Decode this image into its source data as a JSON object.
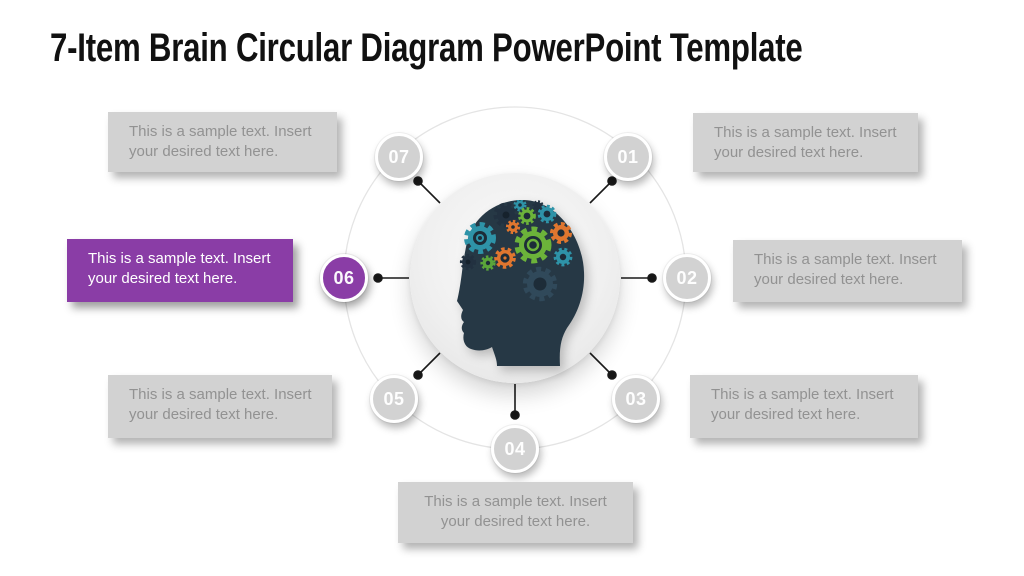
{
  "title": "7-Item Brain Circular Diagram PowerPoint Template",
  "center": {
    "icon": "head-with-gears-icon"
  },
  "items": [
    {
      "number": "01",
      "highlighted": false,
      "lines": [
        "This is a sample text. Insert",
        "your desired text here."
      ]
    },
    {
      "number": "02",
      "highlighted": false,
      "lines": [
        "This is a sample text. Insert",
        "your desired text here."
      ]
    },
    {
      "number": "03",
      "highlighted": false,
      "lines": [
        "This is a sample text. Insert",
        "your desired text here."
      ]
    },
    {
      "number": "04",
      "highlighted": false,
      "lines": [
        "This is a sample text. Insert",
        "your desired text here."
      ]
    },
    {
      "number": "05",
      "highlighted": false,
      "lines": [
        "This is a sample text. Insert",
        "your desired text here."
      ]
    },
    {
      "number": "06",
      "highlighted": true,
      "lines": [
        "This is a sample text. Insert",
        "your desired text here."
      ]
    },
    {
      "number": "07",
      "highlighted": false,
      "lines": [
        "This is a sample text. Insert",
        "your desired text here."
      ]
    }
  ],
  "colors": {
    "accent": "#8a3da6",
    "node_gray": "#d2d2d2",
    "box_gray": "#d2d2d2",
    "box_text": "#929292",
    "ring": "#e4e4e4",
    "connector": "#1a1a1a",
    "head": "#263845",
    "gear_teal": "#2e93a8",
    "gear_green": "#6cb33a",
    "gear_orange": "#e0762f",
    "gear_slate": "#223140"
  }
}
